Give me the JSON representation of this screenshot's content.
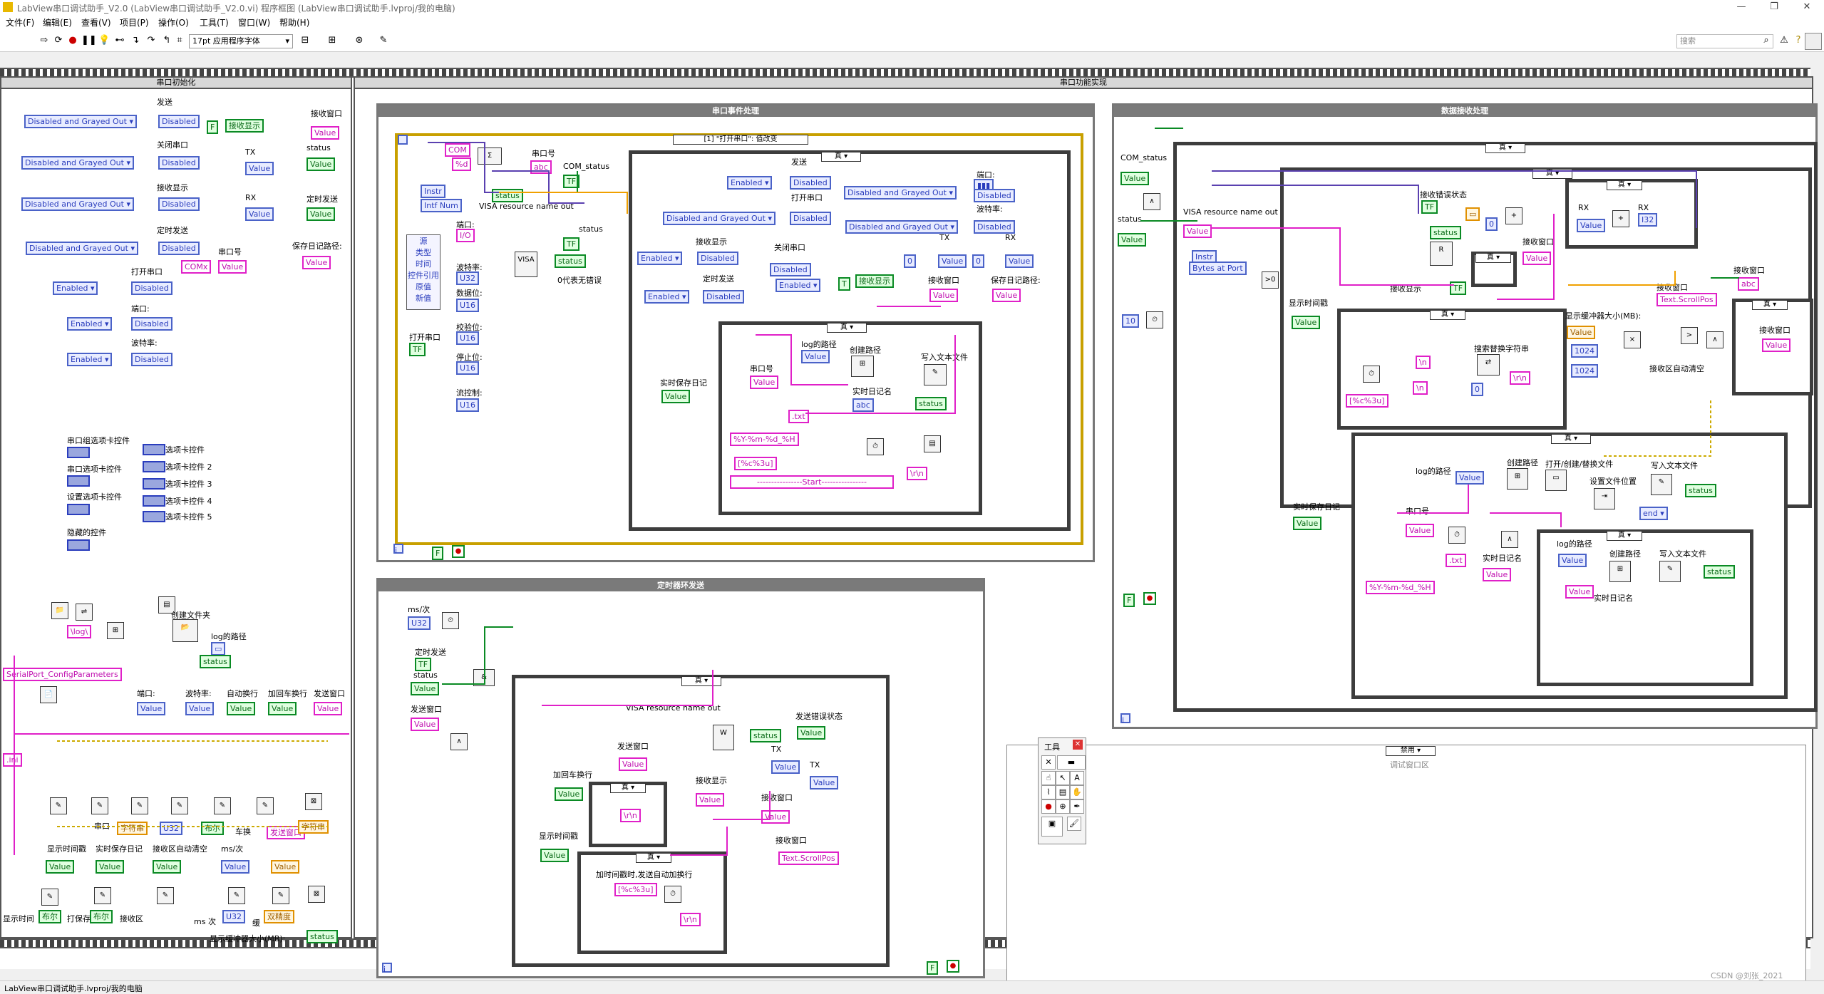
{
  "window": {
    "title": "LabView串口调试助手_V2.0 (LabView串口调试助手_V2.0.vi) 程序框图 (LabView串口调试助手.lvproj/我的电脑)",
    "min": "—",
    "max": "❐",
    "close": "✕"
  },
  "menu": [
    "文件(F)",
    "编辑(E)",
    "查看(V)",
    "项目(P)",
    "操作(O)",
    "工具(T)",
    "窗口(W)",
    "帮助(H)"
  ],
  "toolbar": {
    "font": "17pt 应用程序字体",
    "search_placeholder": "搜索"
  },
  "frames": {
    "left": "串口初始化",
    "right": "串口功能实现"
  },
  "left": {
    "tags": [
      "发送",
      "关闭串口",
      "接收显示",
      "定时发送",
      "打开串口",
      "端口:",
      "波特率:",
      "接收窗口",
      "TX",
      "RX",
      "status",
      "定时发送",
      "保存日记路径:",
      "串口号"
    ],
    "disabled_grayed": "Disabled and Grayed Out",
    "enabled": "Enabled",
    "disabled": "Disabled",
    "value": "Value",
    "recv_display": "接收显示",
    "comx": "COMx",
    "tab_labels": [
      "串口组选项卡控件",
      "串口选项卡控件",
      "设置选项卡控件",
      "隐藏的控件"
    ],
    "tab_items": [
      "选项卡控件",
      "选项卡控件 2",
      "选项卡控件 3",
      "选项卡控件 4",
      "选项卡控件 5"
    ],
    "create_folder": "创建文件夹",
    "log_path": "log的路径",
    "log_const": "\\log\\",
    "config": "SerialPort_ConfigParameters",
    "ini": ".ini",
    "bottom_labels": [
      "端口:",
      "波特率:",
      "自动换行",
      "加回车换行",
      "发送窗口",
      "串口",
      "字符串",
      "U32",
      "布尔",
      "车换",
      "发送窗口",
      "显示时间戳",
      "实时保存日记",
      "接收区自动清空",
      "ms/次",
      "显示时间",
      "布尔",
      "打保存",
      "布尔",
      "接收区",
      "U32",
      "ms 次",
      "缓",
      "双精度",
      "显示缓冲器大小(MB):",
      "status"
    ]
  },
  "event": {
    "title": "串口事件处理",
    "selector": "[1] \"打开串口\": 值改变",
    "com": "COM",
    "fmt": "%d",
    "port_no": "串口号",
    "com_status": "COM_status",
    "instr": "Instr",
    "intfnum": "Intf Num",
    "visa_out": "VISA resource name out",
    "status": "status",
    "zero_ok": "0代表无错误",
    "props": [
      "源",
      "类型",
      "时间",
      "控件引用",
      "原值",
      "新值"
    ],
    "open_port": "打开串口",
    "cfg": [
      "端口:",
      "波特率:",
      "数据位:",
      "校验位:",
      "停止位:",
      "流控制:"
    ],
    "true": "真",
    "send": "发送",
    "open_port2": "打开串口",
    "recv_disp": "接收显示",
    "timed_send": "定时发送",
    "close_port": "关闭串口",
    "port": "端口:",
    "baud": "波特率:",
    "tx": "TX",
    "rx": "RX",
    "recv_win": "接收窗口",
    "save_path": "保存日记路径:",
    "log_path": "log的路径",
    "create_path": "创建路径",
    "write_file": "写入文本文件",
    "rt_log": "实时日记名",
    "rt_save": "实时保存日记",
    "fmt_date": "%Y-%m-%d_%H",
    "fmt_time": "[%c%3u]",
    "start": "----------------Start----------------",
    "rn": "\\r\\n",
    "txt": ".txt"
  },
  "timed": {
    "title": "定时器环发送",
    "ms": "ms/次",
    "timed_send": "定时发送",
    "status": "status",
    "send_win": "发送窗口",
    "visa_out": "VISA resource name out",
    "send_err": "发送错误状态",
    "tx": "TX",
    "add_crlf": "加回车换行",
    "recv_disp": "接收显示",
    "recv_win": "接收窗口",
    "show_ts": "显示时间戳",
    "ts_note": "加时间戳时,发送自动加换行",
    "fmt_time": "[%c%3u]",
    "rn": "\\r\\n",
    "scroll": "Text.ScrollPos",
    "true": "真"
  },
  "recv": {
    "title": "数据接收处理",
    "com_status": "COM_status",
    "status": "status",
    "visa_out": "VISA resource name out",
    "instr": "Instr",
    "bytes": "Bytes at Port",
    "recv_err": "接收错误状态",
    "rx": "RX",
    "recv_win": "接收窗口",
    "recv_disp": "接收显示",
    "show_ts": "显示时间戳",
    "search_replace": "搜索替换字符串",
    "n": "\\n",
    "rn": "\\r\\n",
    "fmt_time": "[%c%3u]",
    "buf_mb": "显示缓冲器大小(MB):",
    "k1": "1024",
    "auto_clear": "接收区自动清空",
    "scroll": "Text.ScrollPos",
    "rt_save": "实时保存日记",
    "log_path": "log的路径",
    "create_path": "创建路径",
    "open_create": "打开/创建/替换文件",
    "set_pos": "设置文件位置",
    "write_file": "写入文本文件",
    "end": "end",
    "port_no": "串口号",
    "rt_log": "实时日记名",
    "fmt_date": "%Y-%m-%d_%H",
    "txt": ".txt",
    "true": "真",
    "ten": "10"
  },
  "disabled_block": {
    "label": "禁用",
    "sub": "调试窗口区"
  },
  "tools": {
    "title": "工具"
  },
  "status_bar": {
    "project": "LabView串口调试助手.lvproj/我的电脑",
    "watermark": "CSDN @刘张_2021"
  }
}
